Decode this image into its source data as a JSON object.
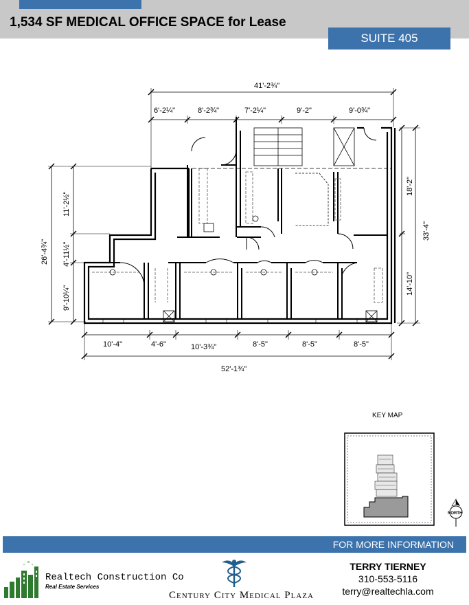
{
  "header": {
    "title": "1,534 SF MEDICAL OFFICE SPACE for Lease",
    "suite": "SUITE 405"
  },
  "dimensions": {
    "overall_top": "41'-2¾\"",
    "top_segments": [
      "6'-2¼\"",
      "8'-2¾\"",
      "7'-2¼\"",
      "9'-2\"",
      "9'-0¾\""
    ],
    "left_overall": "26'-4¾\"",
    "left_segments": [
      "11'-2½\"",
      "4'-11½\"",
      "9'-10¼\""
    ],
    "right_overall": "33'-4\"",
    "right_segments": [
      "18'-2\"",
      "14'-10\""
    ],
    "bottom_segments": [
      "10'-4\"",
      "4'-6\"",
      "10'-3¾\"",
      "8'-5\"",
      "8'-5\"",
      "8'-5\""
    ],
    "overall_bottom": "52'-1¾\""
  },
  "key_map": {
    "label": "KEY MAP",
    "north": "NORTH"
  },
  "footer": {
    "info_label": "FOR MORE INFORMATION",
    "company_name": "Realtech Construction Co",
    "company_sub": "Real Estate Services",
    "building": "Century City Medical Plaza",
    "contact_name": "TERRY TIERNEY",
    "contact_phone": "310-553-5116",
    "contact_email": "terry@realtechla.com"
  },
  "colors": {
    "accent": "#3d73ac",
    "header_bg": "#c8c8c8",
    "keymap_fill": "#9a9a9a"
  }
}
